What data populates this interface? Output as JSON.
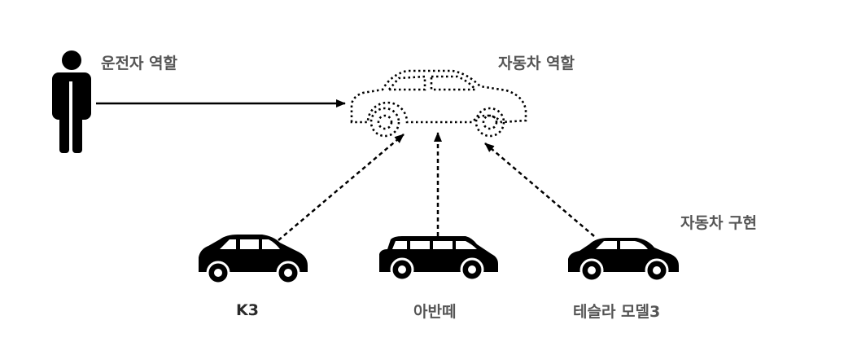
{
  "labels": {
    "driver_role": "운전자 역할",
    "car_role": "자동차 역할",
    "car_impl": "자동차 구현",
    "k3": "K3",
    "avante": "아반떼",
    "tesla": "테슬라 모델3"
  },
  "colors": {
    "ink": "#000000",
    "label_gray": "#555555",
    "label_dark": "#2a2a2a",
    "background": "#ffffff"
  },
  "icons": {
    "driver": "person-icon",
    "car_role": "car-outline-dotted-icon",
    "k3": "hatchback-car-icon",
    "avante": "station-wagon-car-icon",
    "tesla": "sedan-car-icon"
  }
}
